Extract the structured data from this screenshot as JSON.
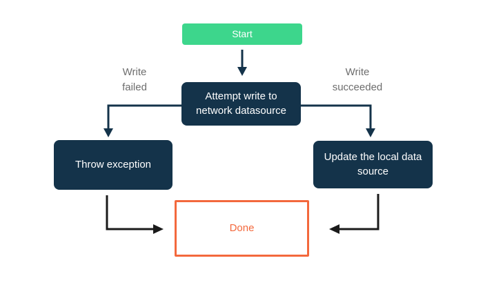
{
  "diagram": {
    "type": "flowchart",
    "nodes": {
      "start": {
        "label": "Start"
      },
      "attempt": {
        "label": "Attempt write to\nnetwork datasource"
      },
      "throw_exception": {
        "label": "Throw exception"
      },
      "update_local": {
        "label": "Update the local data\nsource"
      },
      "done": {
        "label": "Done"
      }
    },
    "edge_labels": {
      "write_failed": "Write\nfailed",
      "write_succeeded": "Write\nsucceeded"
    },
    "colors": {
      "start_bg": "#3dd68c",
      "node_bg": "#14334a",
      "node_text": "#ffffff",
      "done_accent": "#f3683c",
      "label_text": "#6d6d6d",
      "arrow_primary": "#14334a",
      "arrow_secondary": "#1a1a1a",
      "canvas_bg": "#ffffff"
    }
  }
}
